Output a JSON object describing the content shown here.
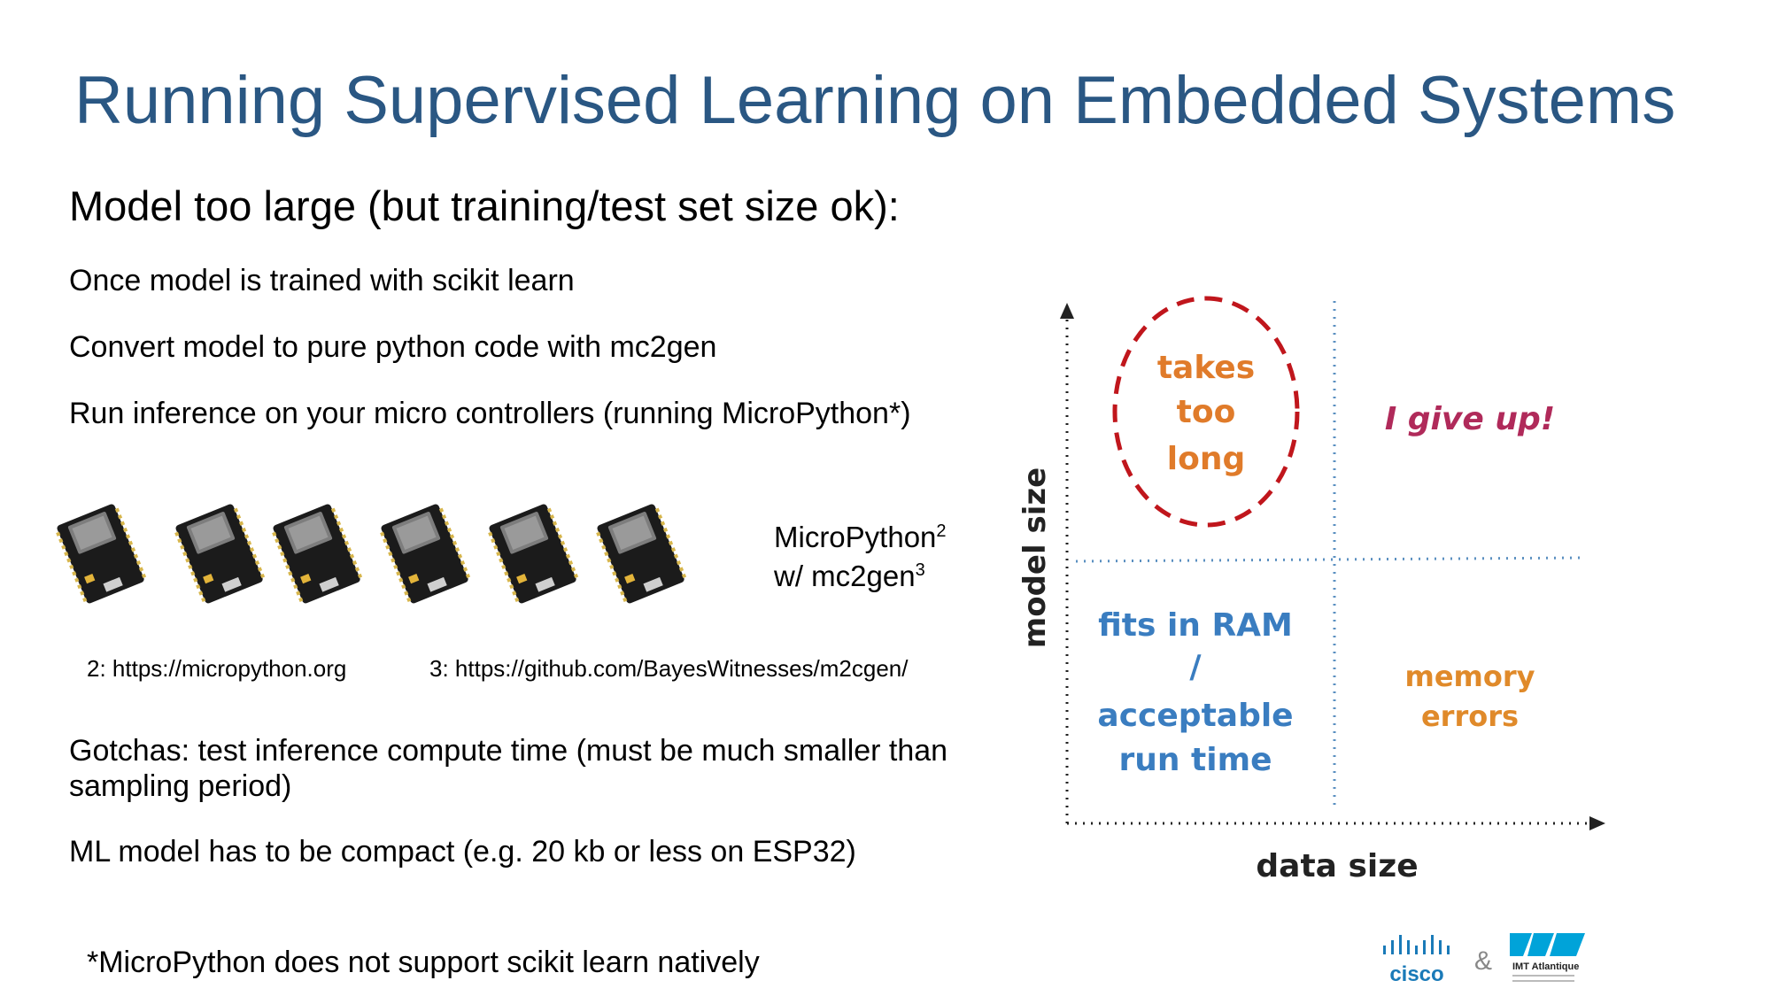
{
  "slide": {
    "title": "Running Supervised Learning on Embedded Systems",
    "subtitle": "Model too large (but training/test set size ok):",
    "bullets": [
      "Once model is trained with scikit learn",
      "Convert model to pure python code with mc2gen",
      "Run inference on your micro controllers (running MicroPython*)"
    ],
    "micropython_label": {
      "line1": "MicroPython",
      "line1_sup": "2",
      "line2": "w/ mc2gen",
      "line2_sup": "3"
    },
    "references": [
      "2: https://micropython.org",
      "3: https://github.com/BayesWitnesses/m2cgen/"
    ],
    "gotchas": "Gotchas: test inference compute time (must be much smaller than sampling period)",
    "compact": "ML model has to be compact (e.g. 20 kb or less on ESP32)",
    "footnote": "*MicroPython does not support scikit learn natively"
  },
  "quadrant": {
    "y_axis_label": "model size",
    "x_axis_label": "data size",
    "top_left": [
      "takes",
      "too",
      "long"
    ],
    "top_right": "I give up!",
    "bottom_left": [
      "fits in RAM",
      "/",
      "acceptable",
      "run time"
    ],
    "bottom_right": [
      "memory",
      "errors"
    ],
    "colors": {
      "top_left": "#e07b2a",
      "top_right": "#b02a5a",
      "bottom_left": "#3a7dc0",
      "bottom_right": "#e08a2a",
      "circle": "#c0161c",
      "divider": "#5a8fc0"
    }
  },
  "boards": {
    "count": 6,
    "icon": "esp32-board-icon"
  },
  "logos": {
    "left": "cisco",
    "separator": "&",
    "right": "IMT Atlantique"
  }
}
